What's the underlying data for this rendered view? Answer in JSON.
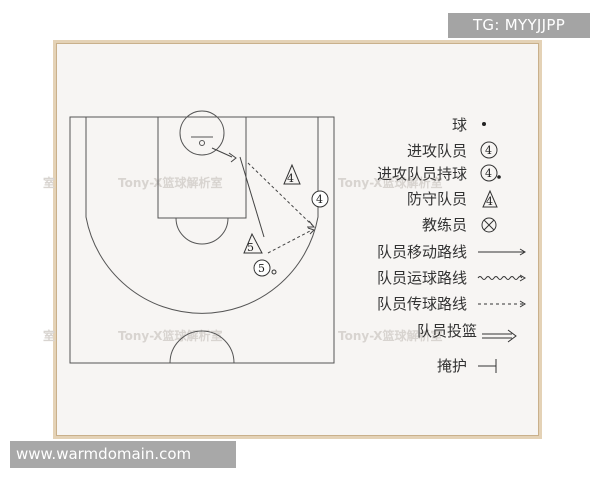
{
  "top_tag": "TG: MYYJJPP",
  "footer_url": "www.warmdomain.com",
  "watermark_text": "Tony-X篮球解析室",
  "court_players": {
    "offense_1": "4",
    "defense_1": "4",
    "offense_2": "5",
    "defense_2": "5"
  },
  "legend": {
    "ball": "球",
    "offensive_player": "进攻队员",
    "offensive_player_with_ball": "进攻队员持球",
    "defensive_player": "防守队员",
    "coach": "教练员",
    "player_movement": "队员移动路线",
    "dribble": "队员运球路线",
    "pass": "队员传球路线",
    "shot": "队员投篮",
    "screen": "掩护",
    "symbol_number": "4"
  },
  "colors": {
    "board_background": "#f7f5f3",
    "frame": "#e4d2b6",
    "line": "#555555",
    "watermark": "#d8d4d0"
  }
}
